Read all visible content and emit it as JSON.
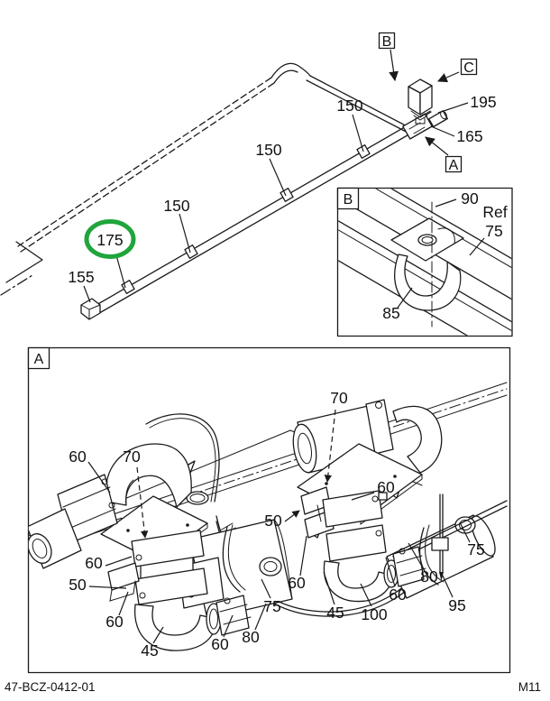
{
  "page": {
    "footer_left": "47-BCZ-0412-01",
    "footer_right": "M11"
  },
  "colors": {
    "highlight_green": "#1FA53C",
    "line": "#1a1a1a"
  },
  "top_assembly": {
    "callouts": {
      "tube_segment_upper": "150",
      "tube_segment_middle": "150",
      "tube_segment_lower": "150",
      "highlighted_fitting": "175",
      "end_cap": "155",
      "fitting_tip": "195",
      "connector": "165"
    },
    "view_refs": {
      "detail_b": "B",
      "detail_c": "C",
      "detail_a": "A"
    }
  },
  "detail_b": {
    "tab": "B",
    "callouts": {
      "bolt_hole": "90",
      "ref_word": "Ref",
      "tube_ref": "75",
      "clamp": "85"
    }
  },
  "detail_a": {
    "tab": "A",
    "callouts": {
      "clamp60_left_upper": "60",
      "elbow70_left": "70",
      "elbow70_right": "70",
      "bracket50_right": "50",
      "clamp60_right_mid": "60",
      "clamp60_left_mid": "60",
      "bracket50_left": "50",
      "clamp60_left_lower": "60",
      "elbow45_left": "45",
      "clamp60_center": "60",
      "hose80_left": "80",
      "tube75_center": "75",
      "clamp60_right_lower": "60",
      "elbow45_right": "45",
      "hose100": "100",
      "clamp60_far_right": "60",
      "hose80_right": "80",
      "rod95": "95",
      "tube75_right": "75"
    }
  }
}
